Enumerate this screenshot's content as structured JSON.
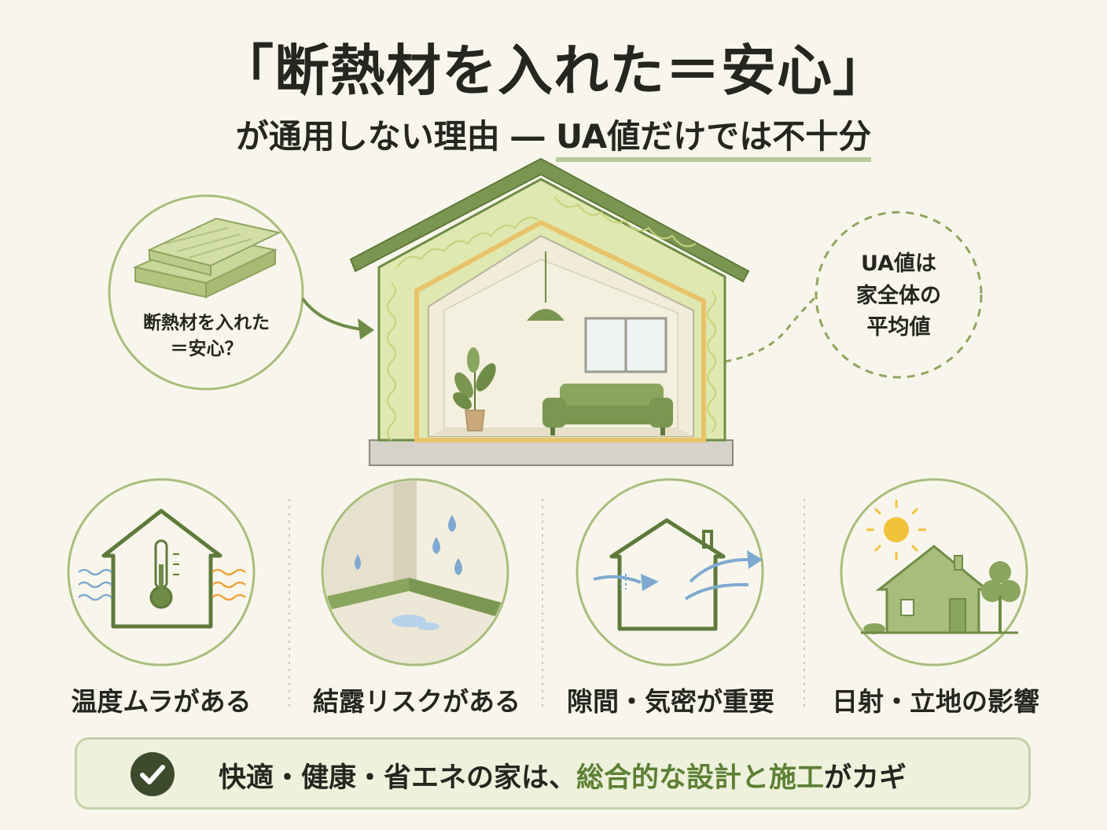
{
  "heading": {
    "title": "「断熱材を入れた＝安心」",
    "subtitle_plain": "が通用しない理由 ― ",
    "subtitle_highlight": "UA値だけでは不十分"
  },
  "left_bubble": {
    "line1": "断熱材を入れた",
    "line2": "＝安心？"
  },
  "right_bubble": {
    "line1": "UA値は",
    "line2": "家全体の",
    "line3": "平均値"
  },
  "factors": [
    {
      "label": "温度ムラがある",
      "icon": "thermometer-house-icon"
    },
    {
      "label": "結露リスクがある",
      "icon": "condensation-icon"
    },
    {
      "label": "隙間・気密が重要",
      "icon": "airflow-house-icon"
    },
    {
      "label": "日射・立地の影響",
      "icon": "sun-house-icon"
    }
  ],
  "footer": {
    "text_plain": "快適・健康・省エネの家は、",
    "text_emphasis": "総合的な設計と施工",
    "text_end": "がカギ"
  },
  "colors": {
    "background": "#f8f6ec",
    "green": "#6f8c46",
    "light_green": "#a8bd7c",
    "insulation": "#dfe8b0",
    "water": "#7fa9d0",
    "warm": "#f0a33c",
    "sun": "#f2c23a"
  }
}
